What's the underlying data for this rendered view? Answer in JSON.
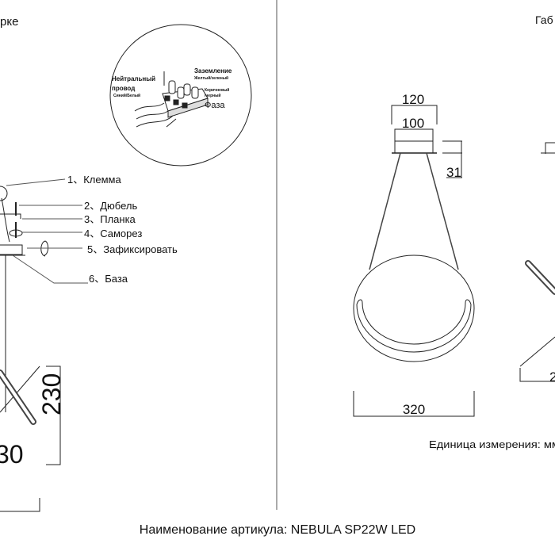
{
  "left_panel": {
    "title_fragment": "рке",
    "wiring_detail": {
      "neutral_label_1": "Нейтральный",
      "neutral_label_2": "провод",
      "neutral_color": "Синий/Белый",
      "ground_label": "Заземление",
      "ground_color": "Желтый/зеленый",
      "phase_color_1": "Коричневый",
      "phase_color_2": "/черный",
      "phase_label": "Фаза"
    },
    "callouts": [
      {
        "num": "1、",
        "label": "Клемма"
      },
      {
        "num": "2、",
        "label": "Дюбель"
      },
      {
        "num": "3、",
        "label": "Планка"
      },
      {
        "num": "4、",
        "label": "Саморез"
      },
      {
        "num": "5、",
        "label": "Зафиксировать"
      },
      {
        "num": "6、",
        "label": "База"
      }
    ],
    "dim_height": "230",
    "dim_width": "30"
  },
  "right_panel": {
    "title_fragment": "Габ",
    "dim_canopy_outer": "120",
    "dim_canopy_inner": "100",
    "dim_canopy_height": "31",
    "dim_ring_diameter": "320",
    "dim_side_fragment": "2",
    "unit_note": "Единица измерения: мм"
  },
  "footer": {
    "article_name": "Наименование артикула: NEBULA SP22W LED"
  }
}
